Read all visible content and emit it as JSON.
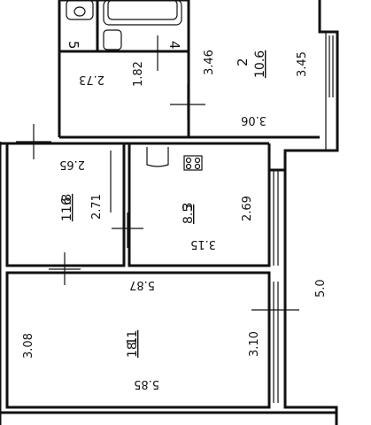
{
  "rooms": {
    "r1": {
      "number": "1",
      "area": "18.1",
      "dim_top": "5.87",
      "dim_bottom": "5.85",
      "dim_left": "3.08",
      "dim_right": "3.10"
    },
    "r2": {
      "number": "2",
      "area": "10.6",
      "dim_bottom": "3.06",
      "dim_left": "3.46",
      "dim_right": "3.45"
    },
    "r3": {
      "number": "3",
      "area": "8.5",
      "dim_bottom": "3.15",
      "dim_right": "2.69"
    },
    "r4": {
      "number": "4"
    },
    "r5": {
      "number": "5"
    },
    "r6": {
      "number": "6",
      "area": "11.8",
      "dim_top": "2.65",
      "dim_right": "2.71"
    },
    "corridor": {
      "dim_top": "2.73",
      "dim_right": "1.82"
    }
  },
  "exterior": {
    "dim_side": "5.0"
  }
}
